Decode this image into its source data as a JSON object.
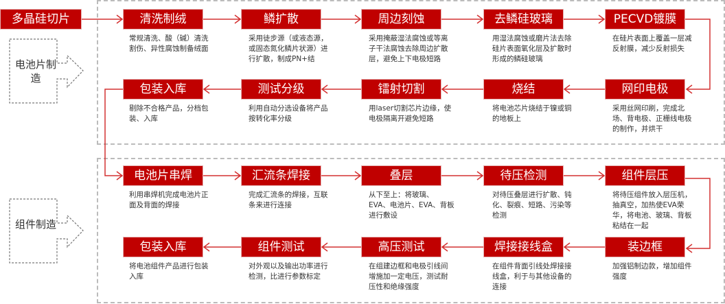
{
  "start": "多晶硅切片",
  "labels": {
    "cell": "电池片制造",
    "module": "组件制造"
  },
  "cell_row1": [
    {
      "t": "清洗制绒",
      "d": "常规清洗、酸（碱）清洗割伤、异性腐蚀制备绒面"
    },
    {
      "t": "鳞扩散",
      "d": "采用徒步源（或液态源，或固态氮化鳞片状源）进行扩散，制成PN+结"
    },
    {
      "t": "周边刻蚀",
      "d": "采用掩蔽湿法腐蚀或等离子干法腐蚀去除周边扩散层，避免上下电极短路"
    },
    {
      "t": "去鳞硅玻璃",
      "d": "用湿法腐蚀或磨片法去除硅片表面氧化层及扩散时形成的鳞硅玻璃"
    },
    {
      "t": "PECVD镀膜",
      "d": "在硅片表面上覆盖一层减反射膜，减少反射损失"
    }
  ],
  "cell_row2": [
    {
      "t": "包装入库",
      "d": "剔除不合格产品，分档包装、入库"
    },
    {
      "t": "测试分级",
      "d": "利用自动分选设备将产品按转化率分级"
    },
    {
      "t": "镭射切割",
      "d": "用laser切割芯片边缘，使电极隔离开避免短路"
    },
    {
      "t": "烧结",
      "d": "将电池芯片烧结于镍或铜的地板上"
    },
    {
      "t": "网印电极",
      "d": "采用丝网印刷，完成北场、背电极、正栅线电极的制作，并烘干"
    }
  ],
  "mod_row1": [
    {
      "t": "电池片串焊",
      "d": "利用串焊机完成电池片正面及背面的焊接"
    },
    {
      "t": "汇流条焊接",
      "d": "完成汇流条的焊接，互联条来进行连接"
    },
    {
      "t": "叠层",
      "d": "从下至上：将玻璃、EVA、电池片、EVA、背板进行敷设"
    },
    {
      "t": "待压检测",
      "d": "对待压叠层进行扩散、钝化、裂痕、短路、污染等检测"
    },
    {
      "t": "组件层压",
      "d": "将待压组件放入层压机，抽真空，加热使EVA荣华，将电池、玻璃、背板粘结在一起"
    }
  ],
  "mod_row2": [
    {
      "t": "包装入库",
      "d": "将电池组件产品进行包装入库"
    },
    {
      "t": "组件测试",
      "d": "对外观以及输出功率进行检测，比进行参数标定"
    },
    {
      "t": "高压测试",
      "d": "在组建边框和电极引线间增施加一定电压，测试耐压性和绝缘强度"
    },
    {
      "t": "焊接接线盒",
      "d": "在组件背面引线处焊接接线盒，利于与其他设备的连接"
    },
    {
      "t": "装边框",
      "d": "加强铝制边款，增加组件强度"
    }
  ],
  "colors": {
    "accent": "#c00000"
  }
}
